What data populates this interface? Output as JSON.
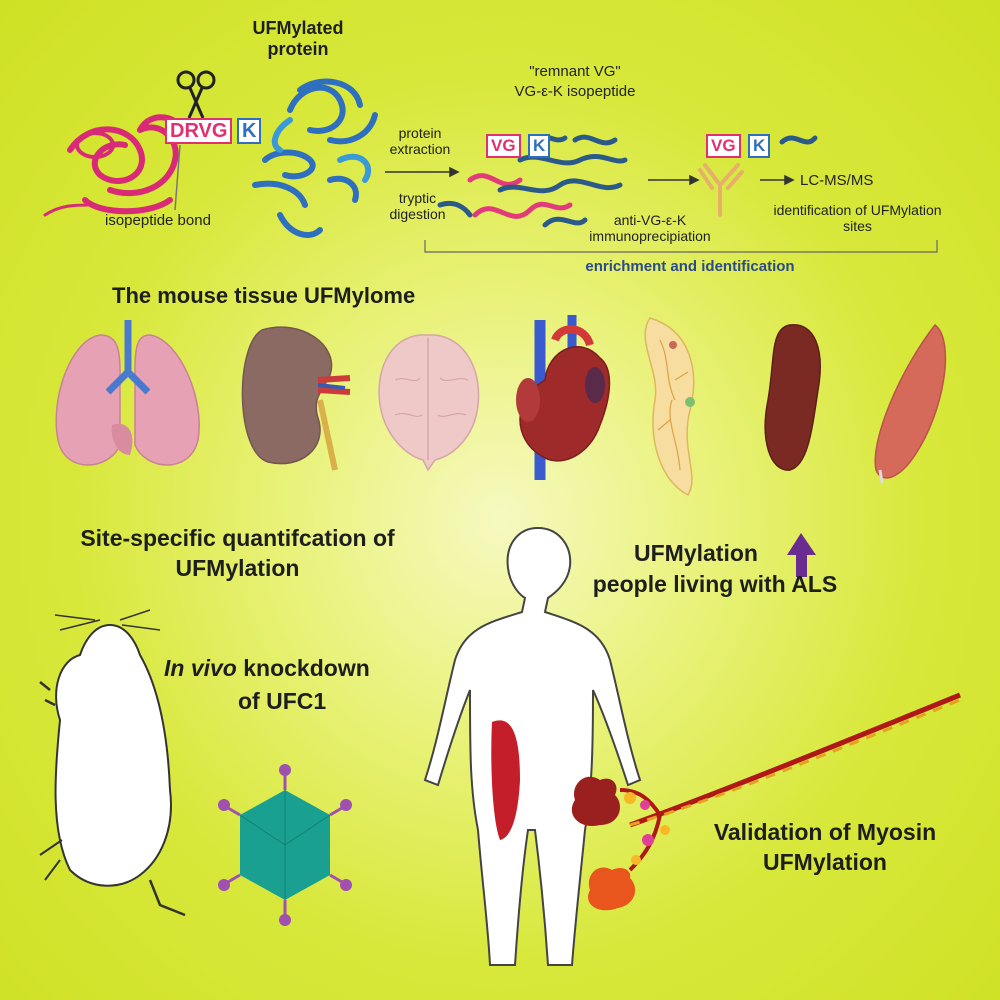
{
  "header": {
    "ufmylated_protein": "UFMylated protein",
    "cleavage_seq": "DRVG",
    "lysine": "K",
    "isopeptide_bond": "isopeptide bond",
    "remnant_vg": "\"remnant VG\"",
    "vg_isopeptide": "VG-ε-K isopeptide",
    "remnant_seq": "VG",
    "protein_extraction": "protein extraction",
    "tryptic_digestion": "tryptic digestion",
    "immunoprecipitation": "anti-VG-ε-K immunoprecipiation",
    "lcms": "LC-MS/MS",
    "identification": "identification of UFMylation sites",
    "enrichment": "enrichment and identification"
  },
  "tissues_title": "The mouse tissue UFMylome",
  "quantification": "Site-specific quantifcation of UFMylation",
  "als_line1": "UFMylation",
  "als_line2": "people living with ALS",
  "knockdown_italic": "In vivo",
  "knockdown_rest": " knockdown",
  "knockdown_line2": "of UFC1",
  "validation": "Validation of Myosin UFMylation",
  "colors": {
    "background": "#d8e83b",
    "accent_blue": "#2b4a8a",
    "accent_pink": "#e23a7a",
    "arrow_purple": "#6a2d8f"
  }
}
